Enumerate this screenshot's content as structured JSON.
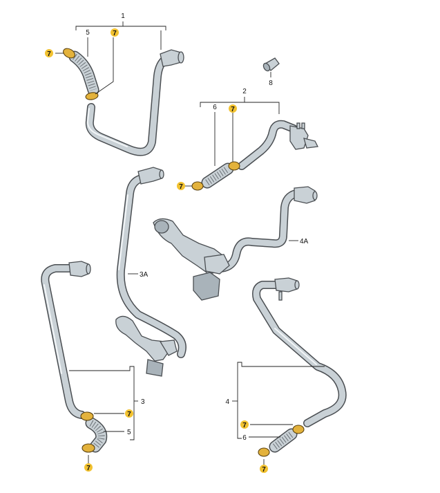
{
  "callouts": {
    "group1": "1",
    "group2": "2",
    "group3": "3",
    "group4": "4",
    "hose_3a": "3A",
    "hose_4a": "4A",
    "hose_5": "5",
    "hose_6": "6",
    "clamp_7": "7",
    "plug_8": "8"
  },
  "colors": {
    "badge": "#f2c230",
    "clamp": "#e3b23c",
    "hose_fill": "#c9d1d6",
    "hose_outline": "#4a4e52"
  }
}
